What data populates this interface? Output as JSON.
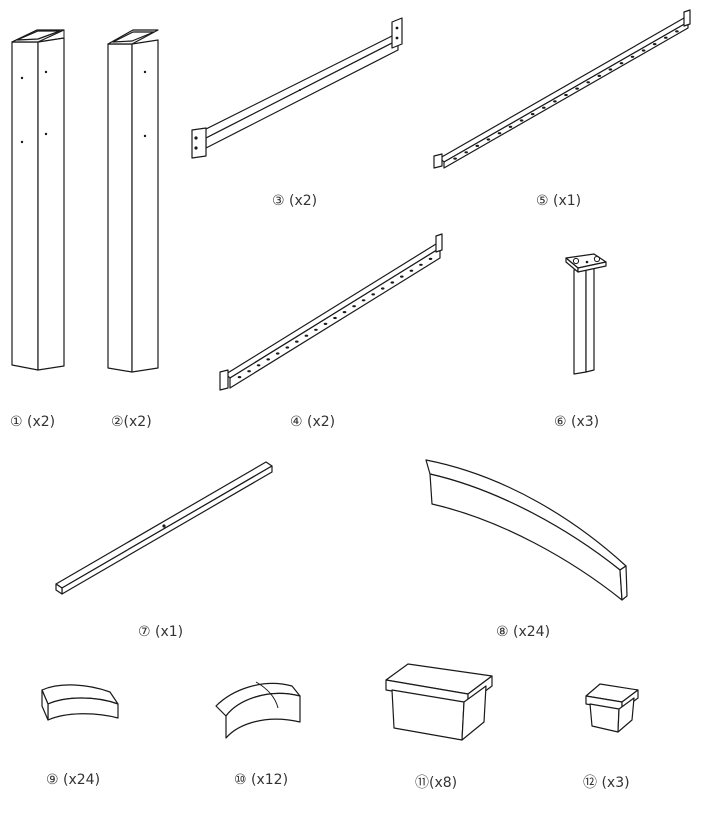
{
  "parts": [
    {
      "id": "p1",
      "label": "① (x2)"
    },
    {
      "id": "p2",
      "label": "②(x2)"
    },
    {
      "id": "p3",
      "label": "③ (x2)"
    },
    {
      "id": "p4",
      "label": "④ (x2)"
    },
    {
      "id": "p5",
      "label": "⑤ (x1)"
    },
    {
      "id": "p6",
      "label": "⑥ (x3)"
    },
    {
      "id": "p7",
      "label": "⑦ (x1)"
    },
    {
      "id": "p8",
      "label": "⑧ (x24)"
    },
    {
      "id": "p9",
      "label": "⑨ (x24)"
    },
    {
      "id": "p10",
      "label": "⑩ (x12)"
    },
    {
      "id": "p11",
      "label": "⑪(x8)"
    },
    {
      "id": "p12",
      "label": "⑫ (x3)"
    }
  ]
}
